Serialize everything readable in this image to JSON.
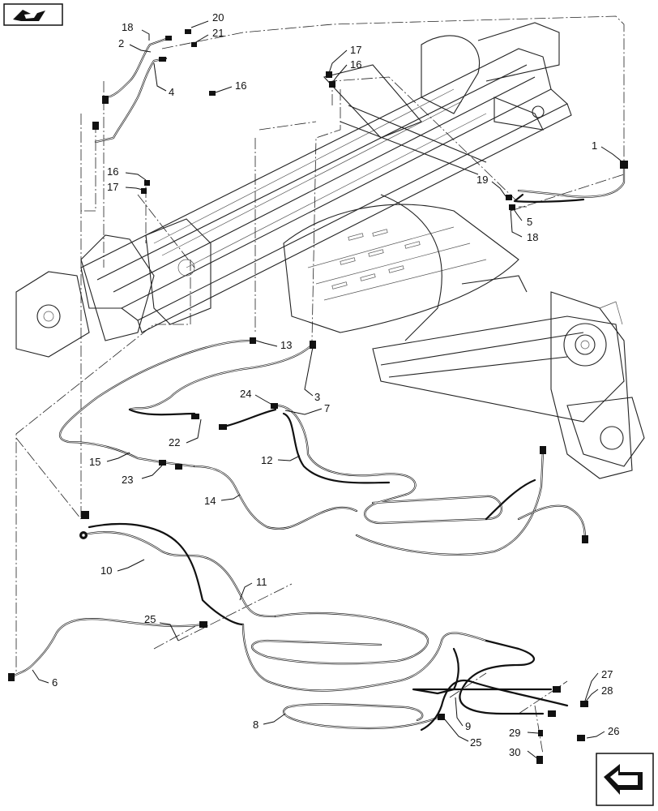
{
  "callouts": [
    {
      "id": "c18a",
      "text": "18"
    },
    {
      "id": "c20",
      "text": "20"
    },
    {
      "id": "c2",
      "text": "2"
    },
    {
      "id": "c21",
      "text": "21"
    },
    {
      "id": "c4",
      "text": "4"
    },
    {
      "id": "c16a",
      "text": "16"
    },
    {
      "id": "c17a",
      "text": "17"
    },
    {
      "id": "c16b",
      "text": "16"
    },
    {
      "id": "c16c",
      "text": "16"
    },
    {
      "id": "c17b",
      "text": "17"
    },
    {
      "id": "c1",
      "text": "1"
    },
    {
      "id": "c19",
      "text": "19"
    },
    {
      "id": "c5",
      "text": "5"
    },
    {
      "id": "c18b",
      "text": "18"
    },
    {
      "id": "c13",
      "text": "13"
    },
    {
      "id": "c3",
      "text": "3"
    },
    {
      "id": "c24",
      "text": "24"
    },
    {
      "id": "c7",
      "text": "7"
    },
    {
      "id": "c22",
      "text": "22"
    },
    {
      "id": "c15",
      "text": "15"
    },
    {
      "id": "c23",
      "text": "23"
    },
    {
      "id": "c12",
      "text": "12"
    },
    {
      "id": "c14",
      "text": "14"
    },
    {
      "id": "c10",
      "text": "10"
    },
    {
      "id": "c11",
      "text": "11"
    },
    {
      "id": "c25a",
      "text": "25"
    },
    {
      "id": "c6",
      "text": "6"
    },
    {
      "id": "c27",
      "text": "27"
    },
    {
      "id": "c28",
      "text": "28"
    },
    {
      "id": "c8",
      "text": "8"
    },
    {
      "id": "c9",
      "text": "9"
    },
    {
      "id": "c25b",
      "text": "25"
    },
    {
      "id": "c29",
      "text": "29"
    },
    {
      "id": "c26",
      "text": "26"
    },
    {
      "id": "c30",
      "text": "30"
    }
  ],
  "icons": {
    "top_left": "view-orientation-icon",
    "bottom_right": "previous-page-arrow-icon"
  }
}
